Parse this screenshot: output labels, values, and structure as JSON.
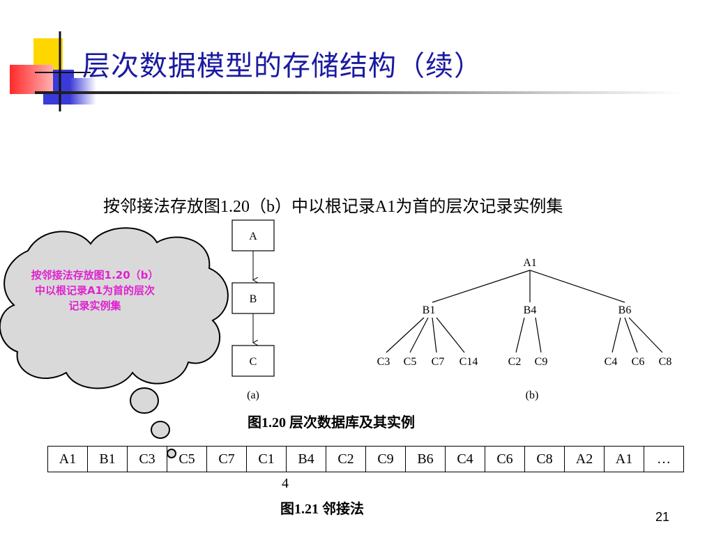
{
  "slide": {
    "title": "层次数据模型的存储结构（续）",
    "subtitle": "按邻接法存放图1.20（b）中以根记录A1为首的层次记录实例集",
    "page_number": "21"
  },
  "callout": {
    "lines": [
      "按邻接法存放图1.20（b）",
      "中以根记录A1为首的层次",
      "记录实例集"
    ]
  },
  "figure_a": {
    "nodes": [
      "A",
      "B",
      "C"
    ],
    "caption": "(a)"
  },
  "figure_b": {
    "root": "A1",
    "level1": [
      "B1",
      "B4",
      "B6"
    ],
    "leaves": {
      "B1": [
        "C3",
        "C5",
        "C7",
        "C14"
      ],
      "B4": [
        "C2",
        "C9"
      ],
      "B6": [
        "C4",
        "C6",
        "C8"
      ]
    },
    "caption": "(b)"
  },
  "fig20_caption": "图1.20  层次数据库及其实例",
  "sequence": {
    "cells": [
      "A1",
      "B1",
      "C3",
      "C5",
      "C7",
      "C1",
      "B4",
      "C2",
      "C9",
      "B6",
      "C4",
      "C6",
      "C8",
      "A2",
      "A1",
      "…"
    ],
    "overflow_digit": "4"
  },
  "fig21_caption": "图1.21  邻接法",
  "colors": {
    "title": "#1a1aa0",
    "callout_text": "#e020d0",
    "deco_yellow": "#ffd700",
    "deco_red": "#ff3030",
    "deco_blue": "#3030d0"
  }
}
